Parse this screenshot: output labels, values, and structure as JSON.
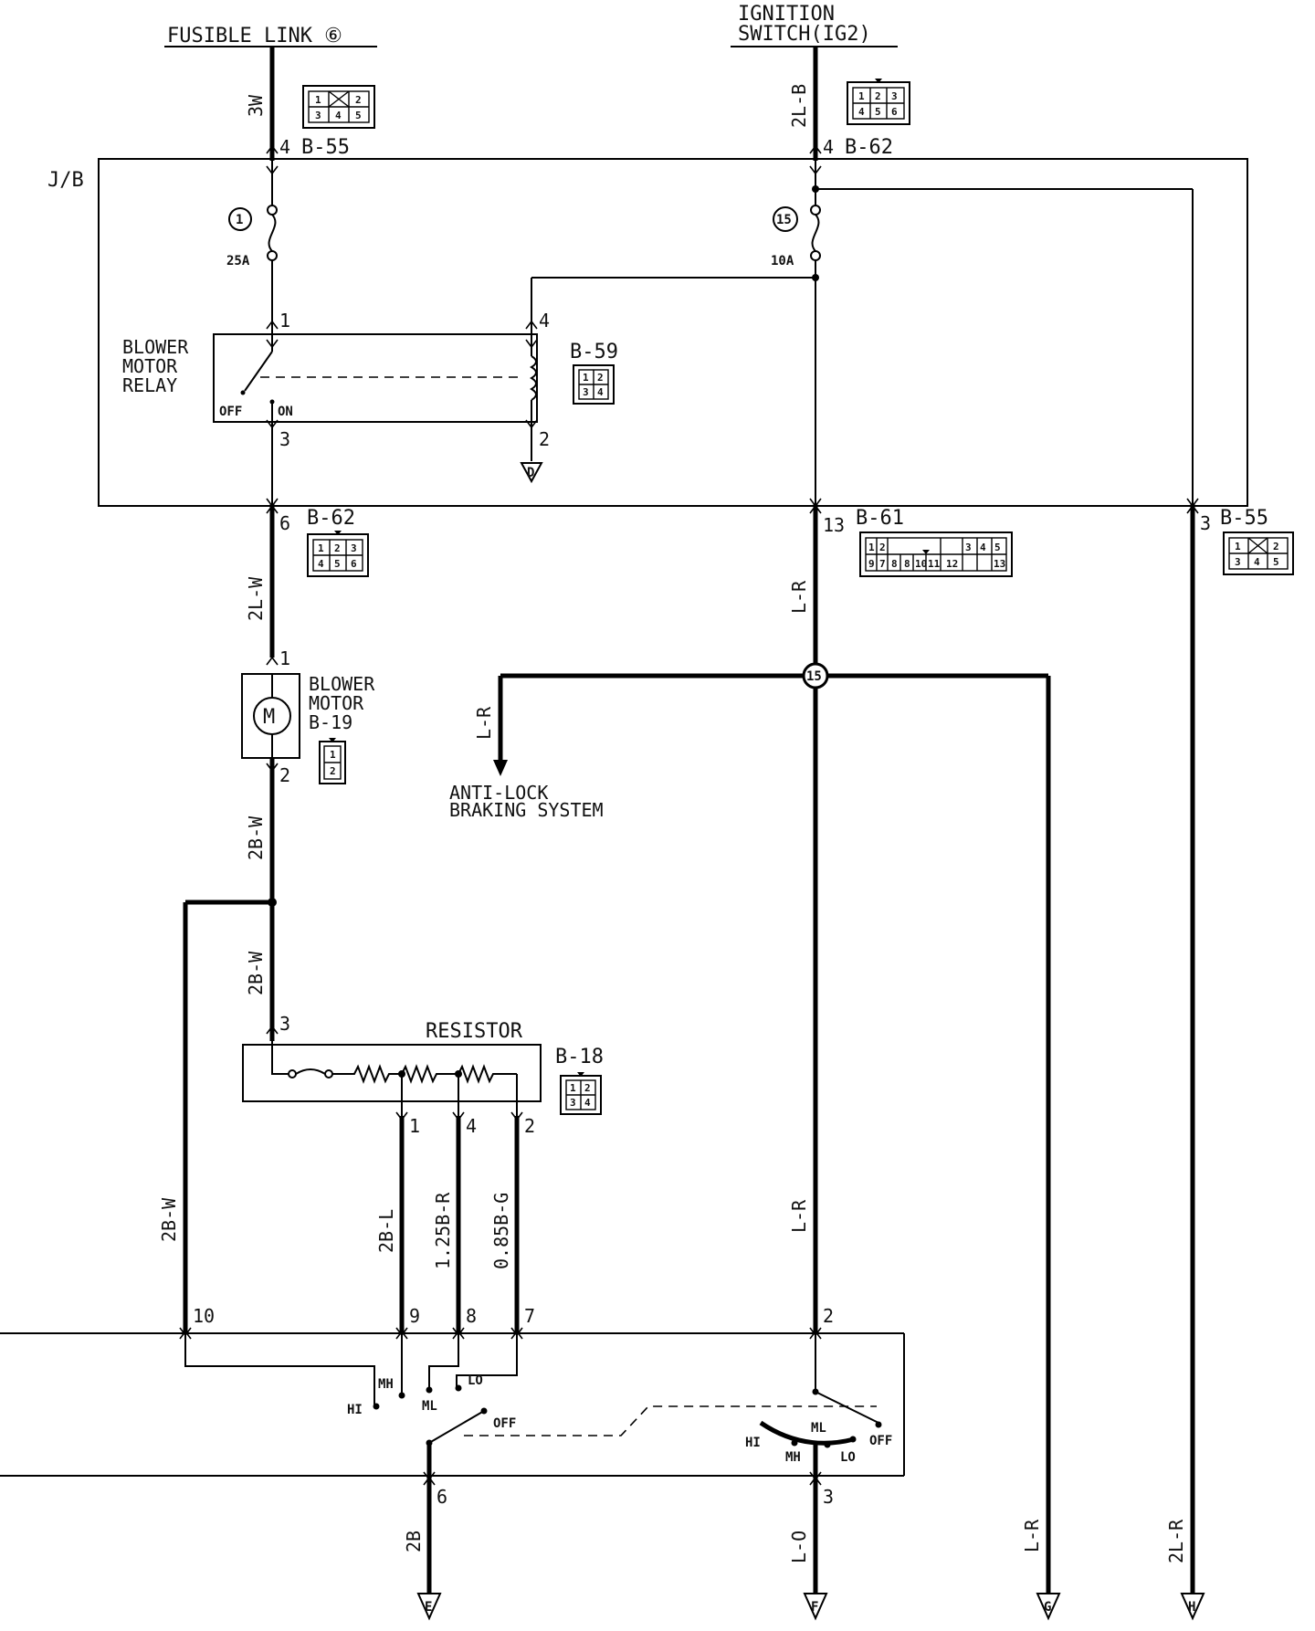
{
  "sources": {
    "fusible_link": "FUSIBLE LINK ⑥",
    "ignition_l1": "IGNITION",
    "ignition_l2": "SWITCH(IG2)"
  },
  "jb_label": "J/B",
  "wires": {
    "w_3w": "3W",
    "w_2lb": "2L-B",
    "w_2lw": "2L-W",
    "w_2bw_a": "2B-W",
    "w_2bw_b": "2B-W",
    "w_2bw_c": "2B-W",
    "w_lr_a": "L-R",
    "w_lr_abs": "L-R",
    "w_lr_b": "L-R",
    "w_lr_g": "L-R",
    "w_2bl": "2B-L",
    "w_125br": "1.25B-R",
    "w_085bg": "0.85B-G",
    "w_2b": "2B",
    "w_lo": "L-O",
    "w_2lr": "2L-R"
  },
  "connectors": {
    "b55_top": "B-55",
    "b62_top": "B-62",
    "b59": "B-59",
    "b62_mid": "B-62",
    "b61": "B-61",
    "b55_right": "B-55",
    "b19": "B-19",
    "b18": "B-18"
  },
  "pins": {
    "p4a": "4",
    "p4b": "4",
    "p1": "1",
    "p4r": "4",
    "p3": "3",
    "p2r": "2",
    "p6": "6",
    "p13": "13",
    "p3r": "3",
    "pm1": "1",
    "pm2": "2",
    "pr3": "3",
    "pr1": "1",
    "pr4": "4",
    "pr2": "2",
    "s10": "10",
    "s9": "9",
    "s8": "8",
    "s7": "7",
    "s2": "2",
    "s6": "6",
    "s3": "3"
  },
  "fuses": {
    "f1_num": "1",
    "f1_amp": "25A",
    "f15_num": "15",
    "f15_amp": "10A"
  },
  "relay": {
    "l1": "BLOWER",
    "l2": "MOTOR",
    "l3": "RELAY",
    "off": "OFF",
    "on": "ON"
  },
  "motor": {
    "l1": "BLOWER",
    "l2": "MOTOR",
    "symbol": "M"
  },
  "resistor_label": "RESISTOR",
  "abs": {
    "l1": "ANTI-LOCK",
    "l2": "BRAKING SYSTEM"
  },
  "splice_15": "15",
  "switch_left": {
    "hi": "HI",
    "mh": "MH",
    "ml": "ML",
    "lo": "LO",
    "off": "OFF"
  },
  "switch_right": {
    "hi": "HI",
    "ml": "ML",
    "mh": "MH",
    "lo": "LO",
    "off": "OFF"
  },
  "grounds": {
    "d": "D",
    "e": "E",
    "f": "F",
    "g": "G",
    "h": "H"
  },
  "cells": {
    "b55": [
      "1",
      "2",
      "3",
      "4",
      "5"
    ],
    "b62": [
      "1",
      "2",
      "3",
      "4",
      "5",
      "6"
    ],
    "b59": [
      "1",
      "2",
      "3",
      "4"
    ],
    "b19": [
      "1",
      "2"
    ],
    "b18": [
      "1",
      "2",
      "3",
      "4"
    ],
    "b61": [
      "1",
      "2",
      "3",
      "4",
      "5",
      "9",
      "7",
      "8",
      "8",
      "10",
      "11",
      "12",
      "13"
    ]
  }
}
